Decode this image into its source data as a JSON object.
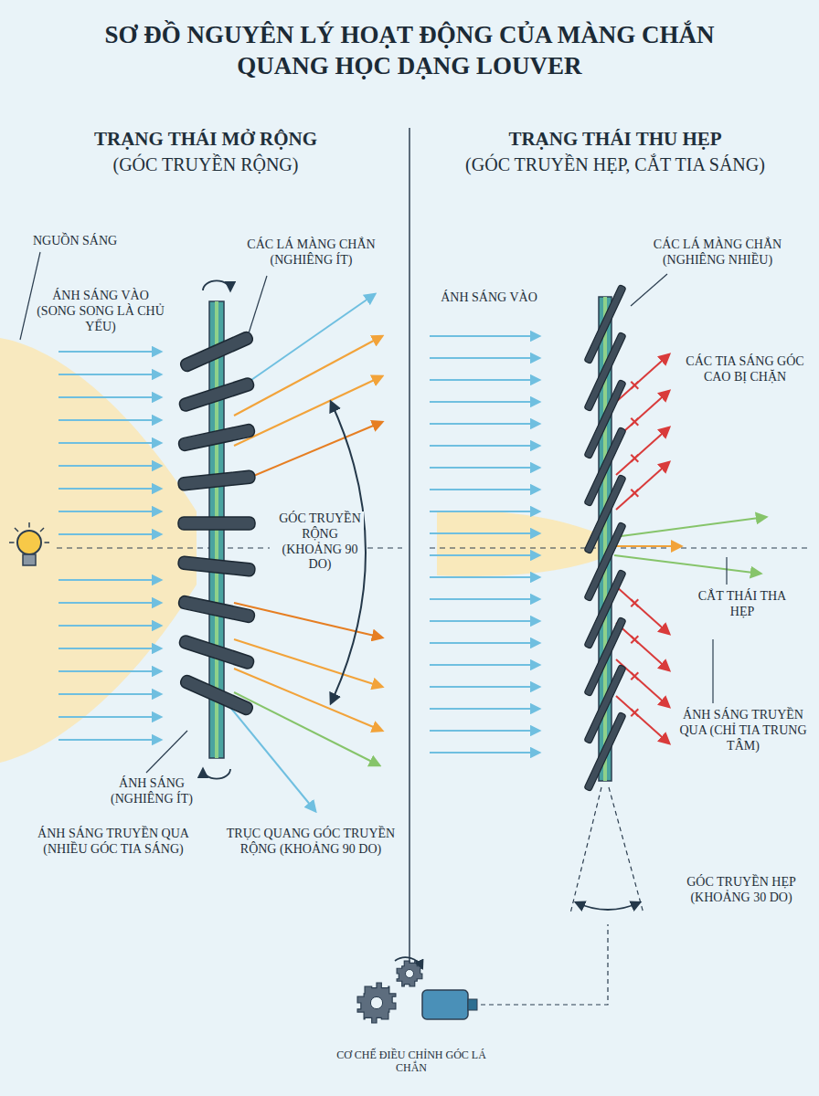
{
  "diagram": {
    "title": "SƠ ĐỒ NGUYÊN LÝ HOẠT ĐỘNG CỦA MÀNG CHẮN QUANG HỌC DẠNG LOUVER",
    "labels": [
      "TRẠNG THÁI MỞ RỘNG",
      "(GÓC TRUYỀN RỘNG)",
      "TRẠNG THÁI THU HẸP",
      "(GÓC TRUYỀN HẸP, CẮT TIA SÁNG)",
      "NGUỒN SÁNG",
      "ÁNH SÁNG VÀO (SONG SONG LÀ CHỦ YẾU)",
      "CÁC LÁ MÀNG CHẮN (NGHIÊNG ÍT)",
      "GÓC TRUYỀN RỘNG (KHOẢNG 90 DO)",
      "ÁNH SÁNG (NGHIÊNG ÍT)",
      "ÁNH SÁNG TRUYỀN QUA (NHIỀU GÓC TIA SÁNG)",
      "TRỤC QUANG GÓC TRUYỀN RỘNG (KHOẢNG 90 DO)",
      "ÁNH SÁNG VÀO",
      "CÁC LÁ MÀNG CHẮN (NGHIÊNG NHIỀU)",
      "CÁC TIA SÁNG GÓC CAO BỊ CHẶN",
      "CẮT THÁI THA HẸP",
      "ÁNH SÁNG TRUYỀN QUA (CHỈ TIA TRUNG TÂM)",
      "GÓC TRUYỀN HẸP (KHOẢNG 30 DO)",
      "CƠ CHẾ ĐIỀU CHỈNH GÓC LÁ CHẮN"
    ]
  }
}
